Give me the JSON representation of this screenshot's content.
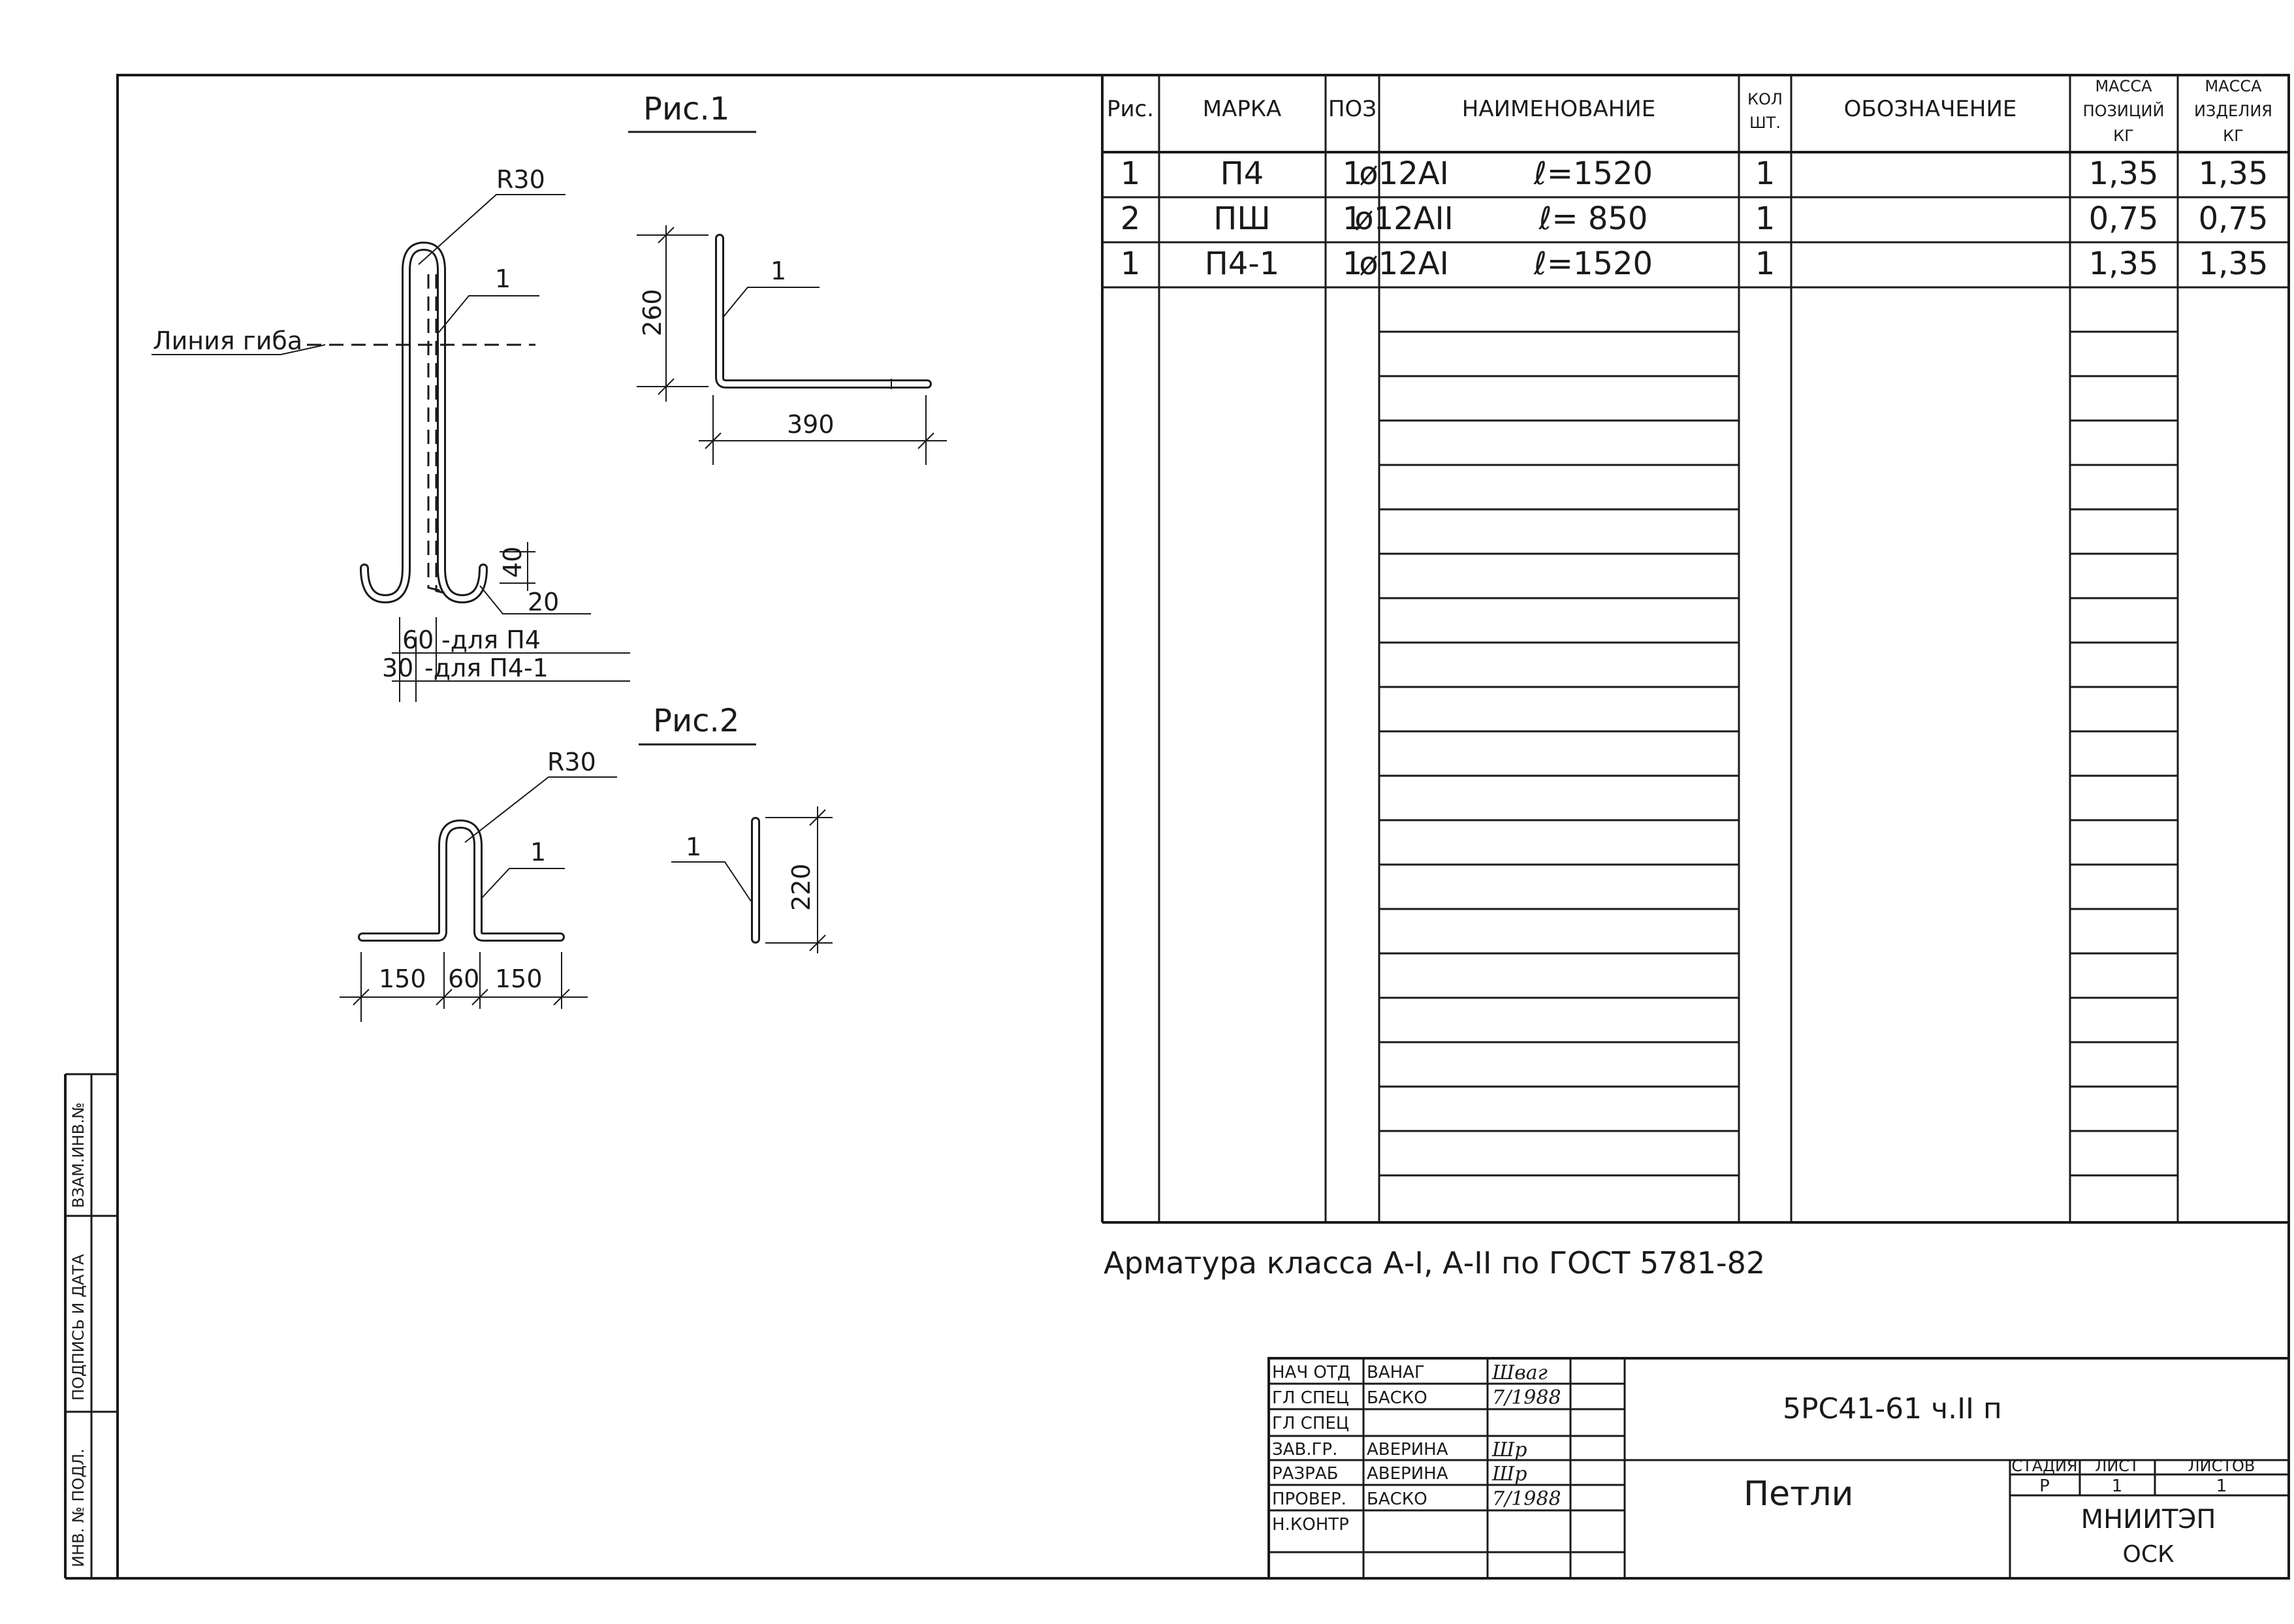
{
  "figures": {
    "fig1_title": "Рис.1",
    "fig1_radius": "R30",
    "fig1_callout": "1",
    "fig1_bend_line": "Линия гиба",
    "fig1_dim_40": "40",
    "fig1_dim_20": "20",
    "fig1_dim_60": "60",
    "fig1_dim_30": "30",
    "fig1_for_p4": "-для П4",
    "fig1_for_p41": "-для П4-1",
    "fig1b_callout": "1",
    "fig1b_dim_height": "260",
    "fig1b_dim_width": "390",
    "fig2_title": "Рис.2",
    "fig2_radius": "R30",
    "fig2_callout": "1",
    "fig2_dim_left": "150",
    "fig2_dim_mid": "60",
    "fig2_dim_right": "150",
    "fig2b_callout": "1",
    "fig2b_dim": "220"
  },
  "spec_table": {
    "headers": {
      "fig": "Рис.",
      "mark": "МАРКА",
      "pos": "ПОЗ",
      "name": "НАИМЕНОВАНИЕ",
      "qty_a": "КОЛ",
      "qty_b": "ШТ.",
      "designation": "ОБОЗНАЧЕНИЕ",
      "mass_pos_a": "МАССА",
      "mass_pos_b": "ПОЗИЦИЙ",
      "mass_pos_c": "КГ",
      "mass_item_a": "МАССА",
      "mass_item_b": "ИЗДЕЛИЯ",
      "mass_item_c": "КГ"
    },
    "rows": [
      {
        "fig": "1",
        "mark": "П4",
        "pos": "1",
        "name": "ø12АI",
        "length": "ℓ=1520",
        "qty": "1",
        "mass_pos": "1,35",
        "mass_item": "1,35"
      },
      {
        "fig": "2",
        "mark": "ПШ",
        "pos": "1",
        "name": "ø12АII",
        "length": "ℓ= 850",
        "qty": "1",
        "mass_pos": "0,75",
        "mass_item": "0,75"
      },
      {
        "fig": "1",
        "mark": "П4-1",
        "pos": "1",
        "name": "ø12АI",
        "length": "ℓ=1520",
        "qty": "1",
        "mass_pos": "1,35",
        "mass_item": "1,35"
      }
    ]
  },
  "note": "Арматура класса А-I, А-II по ГОСТ 5781-82",
  "side_stamp": {
    "inv_podl": "ИНВ. № ПОДЛ.",
    "podpis_data": "ПОДПИСЬ И ДАТА",
    "vzam_inv": "ВЗАМ.ИНВ.№"
  },
  "title_block": {
    "roles": [
      "НАЧ ОТД",
      "ГЛ СПЕЦ",
      "ГЛ СПЕЦ",
      "ЗАВ.ГР.",
      "РАЗРАБ",
      "ПРОВЕР.",
      "Н.КОНТР"
    ],
    "names": [
      "ВАНАГ",
      "БАСКО",
      "",
      "АВЕРИНА",
      "АВЕРИНА",
      "БАСКО",
      ""
    ],
    "signatures": [
      "Шваг",
      "7/1988",
      "",
      "Шр",
      "Шр",
      "7/1988",
      ""
    ],
    "code": "5РС41-61 ч.II п",
    "title": "Петли",
    "stage_header": "СТАДИЯ",
    "sheet_header": "ЛИСТ",
    "sheets_header": "ЛИСТОВ",
    "stage": "Р",
    "sheet": "1",
    "sheets": "1",
    "org_line1": "МНИИТЭП",
    "org_line2": "ОСК"
  }
}
